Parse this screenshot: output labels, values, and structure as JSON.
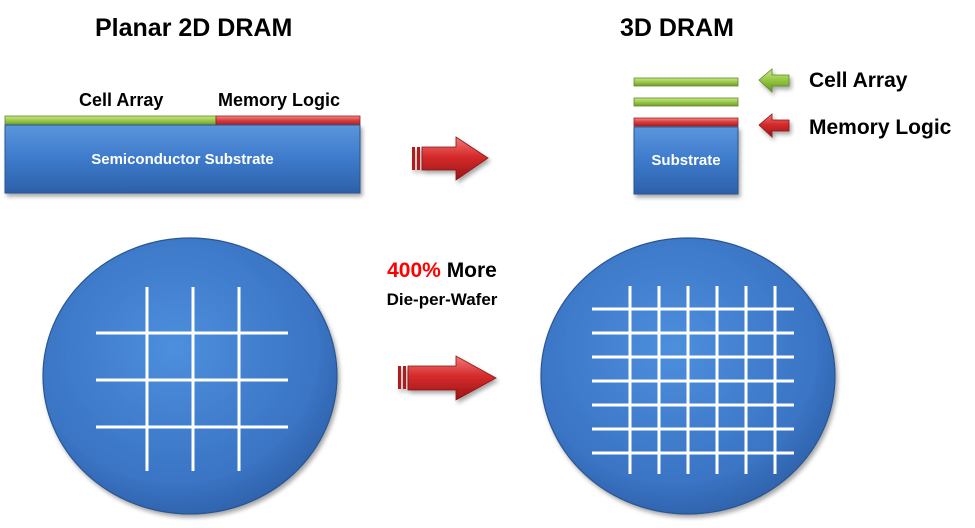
{
  "planar": {
    "title": "Planar 2D DRAM",
    "cell_array_label": "Cell Array",
    "memory_logic_label": "Memory Logic",
    "substrate_label": "Semiconductor Substrate"
  },
  "dram3d": {
    "title": "3D DRAM",
    "cell_array_label": "Cell Array",
    "memory_logic_label": "Memory Logic",
    "substrate_label": "Substrate"
  },
  "comparison": {
    "percent": "400%",
    "more": "More",
    "die_per_wafer": "Die-per-Wafer"
  },
  "colors": {
    "substrate_blue": "#3f7ccd",
    "cell_array_green": "#9bc94a",
    "memory_logic_red": "#d83c3c",
    "arrow_red": "#d62b2b",
    "percent_red": "#ff0000",
    "grid_white": "#ffffff"
  },
  "wafers": {
    "planar_grid": {
      "vertical_lines": 3,
      "horizontal_lines": 3
    },
    "dram3d_grid": {
      "vertical_lines": 6,
      "horizontal_lines": 7
    }
  }
}
